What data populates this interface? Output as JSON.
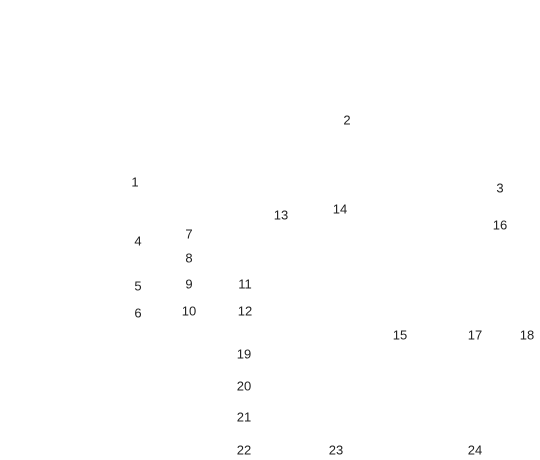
{
  "labels": [
    "1",
    "2",
    "3",
    "4",
    "5",
    "6",
    "7",
    "8",
    "9",
    "10",
    "11",
    "12",
    "13",
    "14",
    "15",
    "16",
    "17",
    "18",
    "19",
    "20",
    "21",
    "22",
    "23",
    "24"
  ],
  "colors": {
    "background": "#ffffff",
    "text": "#222222"
  }
}
